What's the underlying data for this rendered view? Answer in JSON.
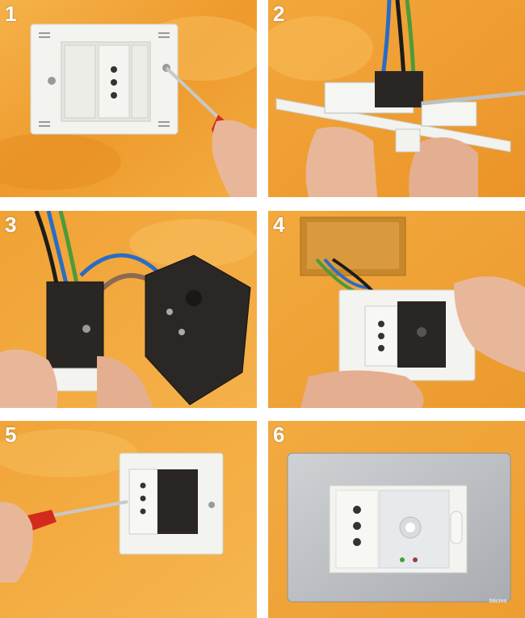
{
  "steps": [
    {
      "number": "1"
    },
    {
      "number": "2"
    },
    {
      "number": "3"
    },
    {
      "number": "4"
    },
    {
      "number": "5"
    },
    {
      "number": "6",
      "brand_mark": "bticino"
    }
  ],
  "colors": {
    "wall": "#f2a437",
    "wall_shade": "#e08a1f",
    "plate_white": "#f3f3ef",
    "aluminium": "#b9bcc0",
    "module_black": "#2a2624",
    "screwdriver_red": "#d42a1d",
    "wire_blue": "#2b6cc4",
    "wire_green": "#4d9a3a",
    "wire_brown": "#8a6a52",
    "skin": "#e8b79a"
  }
}
